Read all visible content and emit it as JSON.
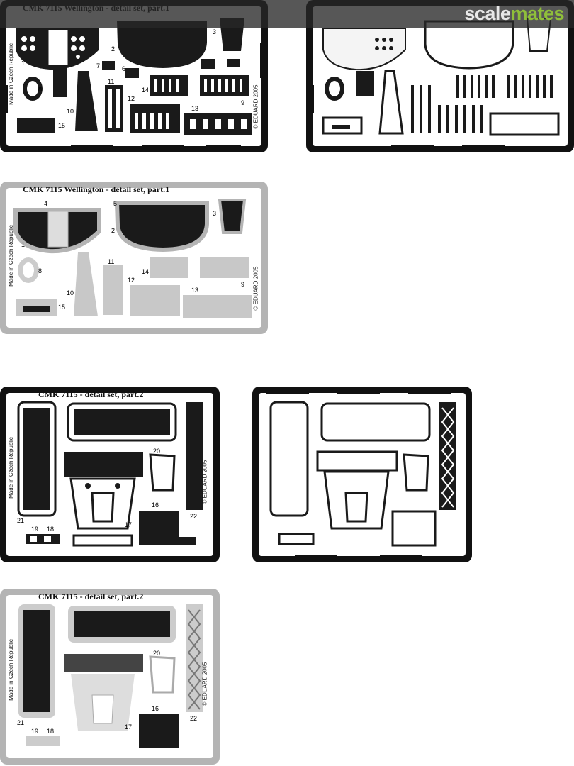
{
  "watermark": {
    "part1": "scale",
    "part2": "mates"
  },
  "fret_part1": {
    "title": "CMK 7115 Wellington - detail set, part.1",
    "maker": "Made in Czech Republic",
    "copyright": "© EDUARD 2005",
    "part_numbers": [
      "1",
      "2",
      "3",
      "4",
      "5",
      "6",
      "7",
      "8",
      "9",
      "10",
      "11",
      "12",
      "13",
      "14",
      "15"
    ]
  },
  "fret_part2": {
    "title": "CMK 7115 - detail set, part.2",
    "maker": "Made in Czech Republic",
    "copyright": "© EDUARD 2005",
    "part_numbers": [
      "16",
      "17",
      "18",
      "19",
      "20",
      "21",
      "22"
    ]
  },
  "colors": {
    "dark_fret": "#111111",
    "grey_fret": "#b4b4b4",
    "part_dark": "#1a1a1a",
    "part_light": "#f4f4f4"
  }
}
